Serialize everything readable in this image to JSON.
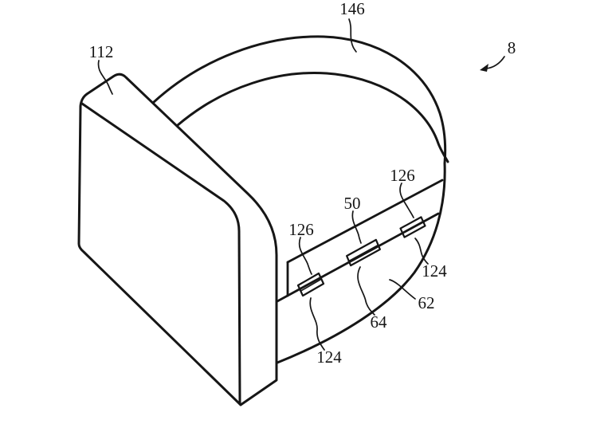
{
  "figure": {
    "kind": "patent-line-drawing",
    "subject": "head-mounted-device"
  },
  "colors": {
    "ink": "#161616",
    "paper": "#ffffff"
  },
  "callouts": [
    {
      "text": "112",
      "part": "front-display-module"
    },
    {
      "text": "146",
      "part": "head-strap"
    },
    {
      "text": "8",
      "part": "head-mounted-device"
    },
    {
      "text": "126",
      "part": "fastener-left-upper"
    },
    {
      "text": "50",
      "part": "side-strip"
    },
    {
      "text": "126",
      "part": "fastener-right-upper"
    },
    {
      "text": "124",
      "part": "fastener-right-lower"
    },
    {
      "text": "62",
      "part": "side-cover"
    },
    {
      "text": "64",
      "part": "strip-lower-edge"
    },
    {
      "text": "124",
      "part": "fastener-left-lower"
    }
  ]
}
